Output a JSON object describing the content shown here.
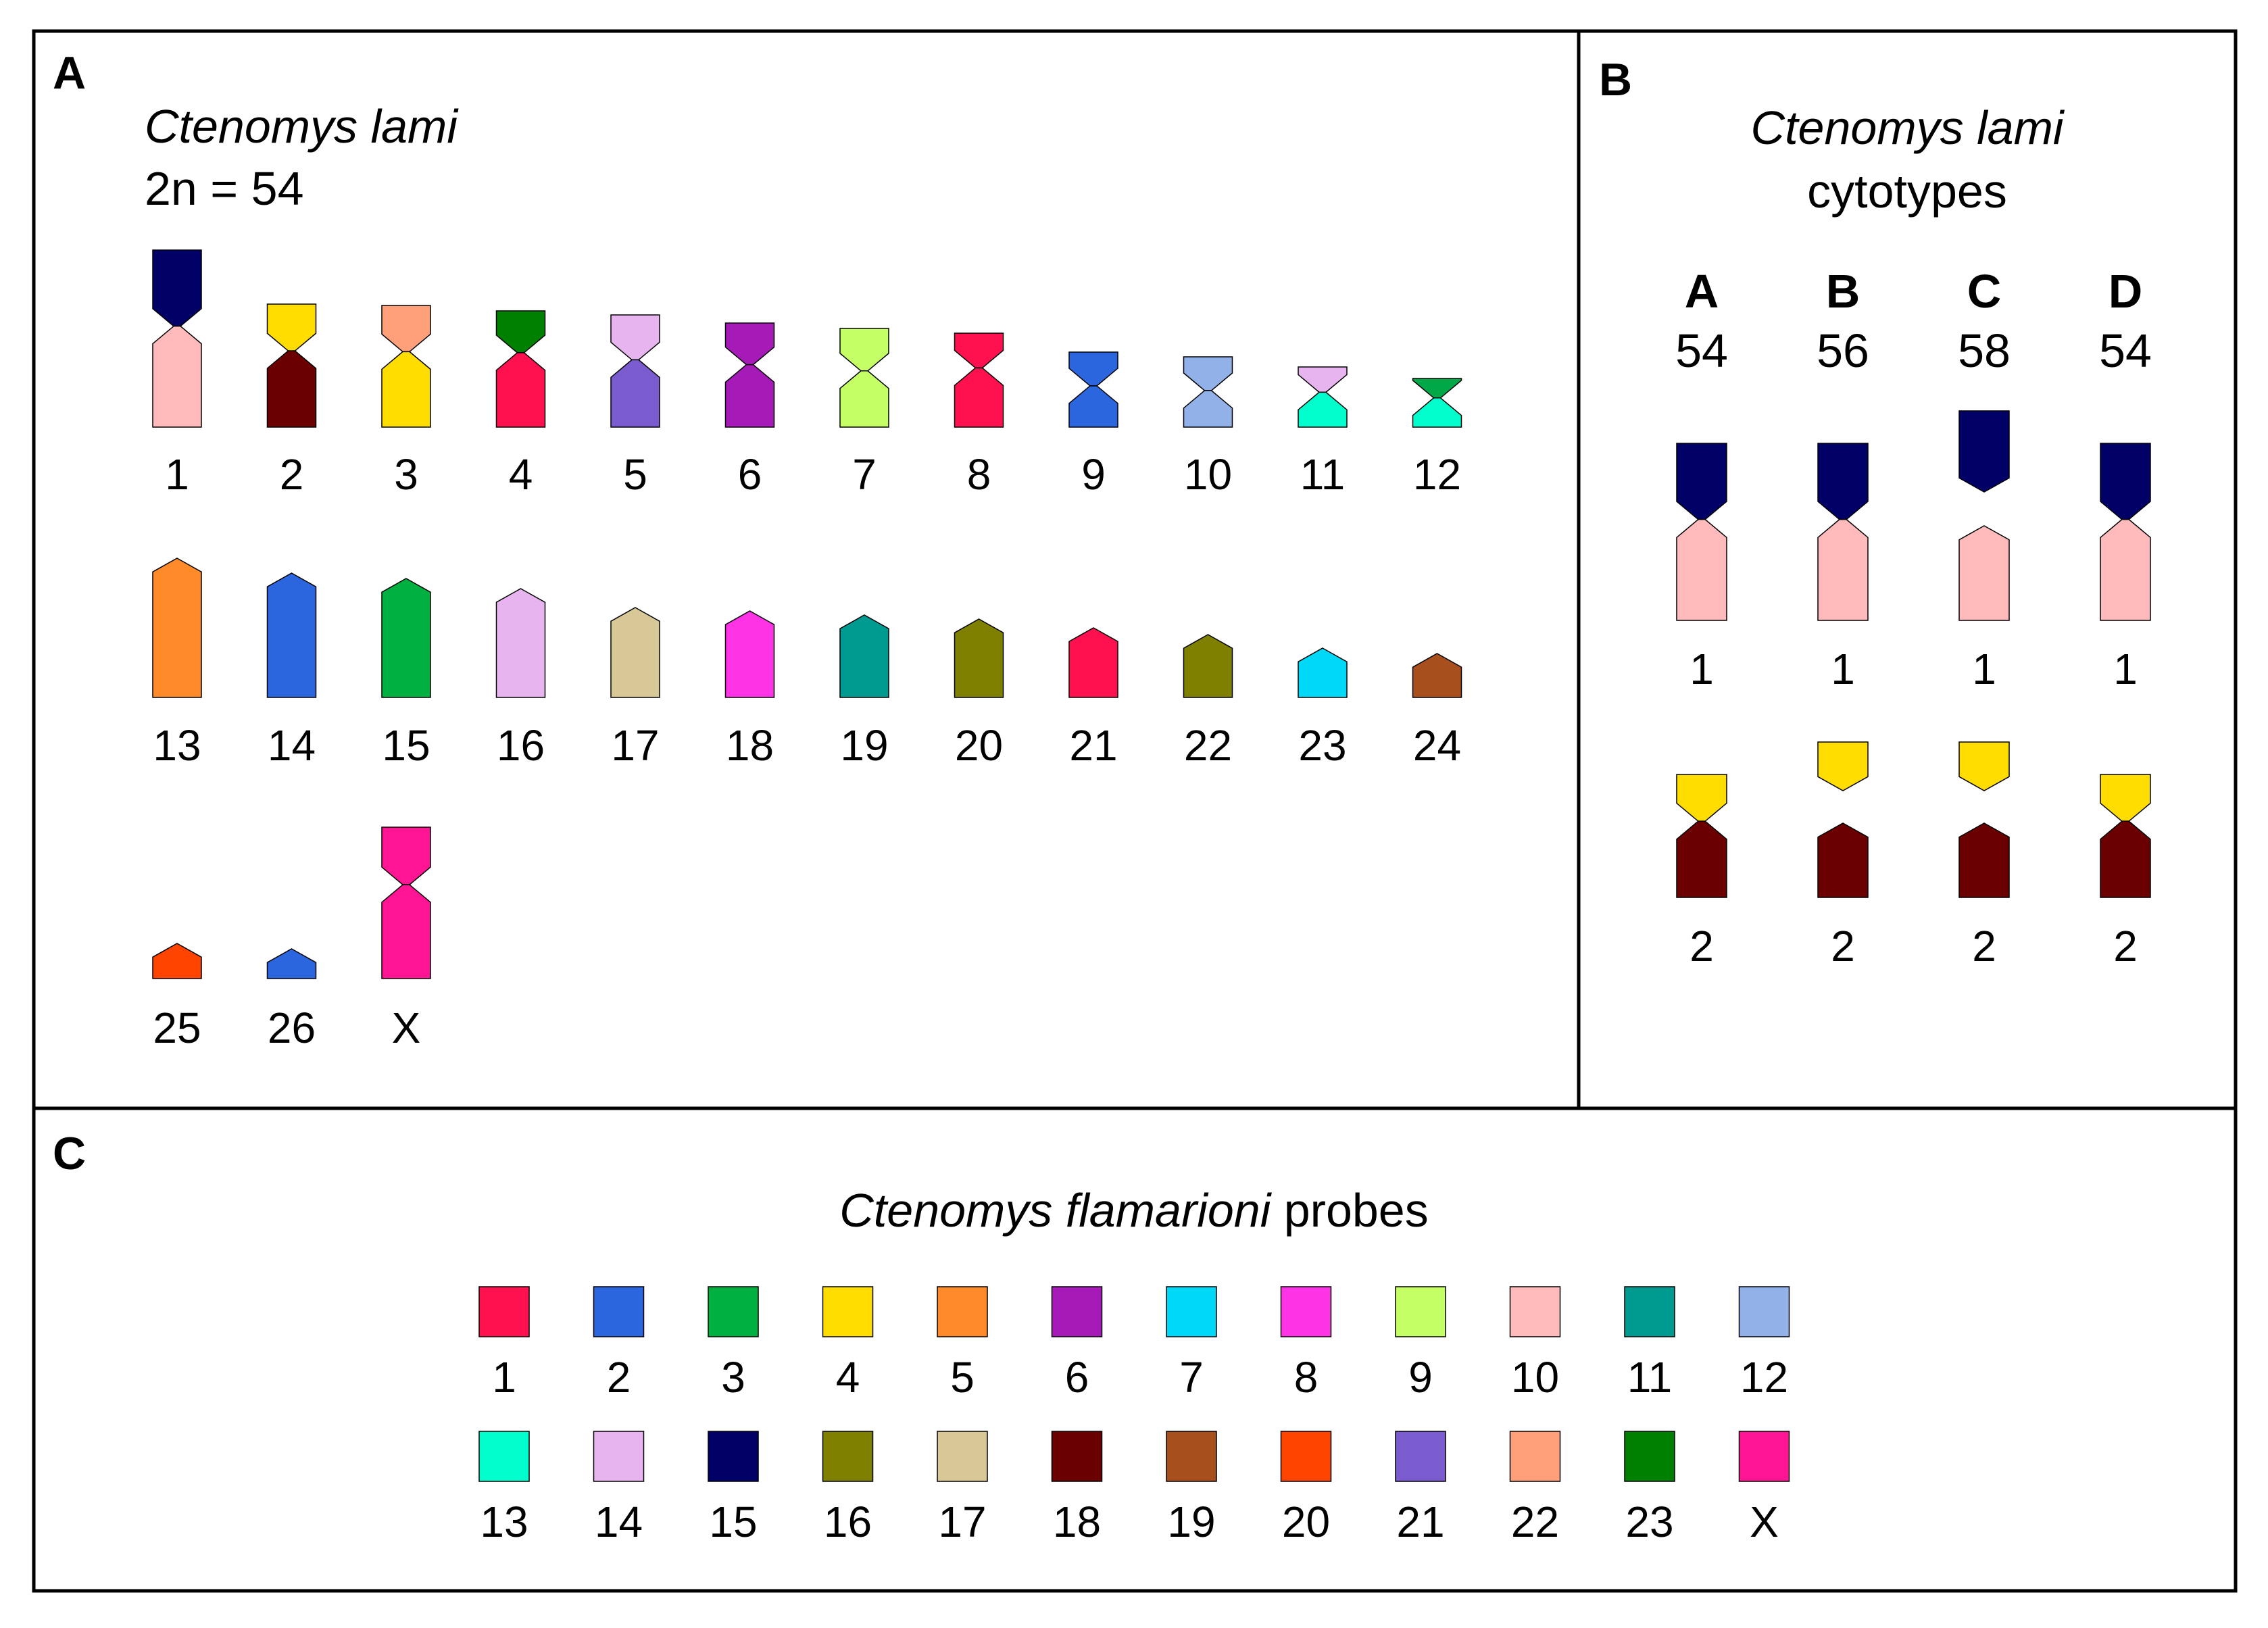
{
  "panelA": {
    "letter": "A",
    "species": "Ctenomys lami",
    "diploid": "2n = 54",
    "chromosomes": [
      {
        "label": "1",
        "type": "meta",
        "top": "#000066",
        "bottom": "#ffbbbb",
        "p": 0.43,
        "q": 0.57
      },
      {
        "label": "2",
        "type": "meta",
        "top": "#ffdd00",
        "bottom": "#6b0000",
        "p": 0.38,
        "q": 0.62
      },
      {
        "label": "3",
        "type": "meta",
        "top": "#ffa07a",
        "bottom": "#ffdd00",
        "p": 0.38,
        "q": 0.62
      },
      {
        "label": "4",
        "type": "meta",
        "top": "#008000",
        "bottom": "#ff1150",
        "p": 0.36,
        "q": 0.64
      },
      {
        "label": "5",
        "type": "meta",
        "top": "#e8b4f0",
        "bottom": "#7a5ccf",
        "p": 0.4,
        "q": 0.6
      },
      {
        "label": "6",
        "type": "meta",
        "top": "#a61ab8",
        "bottom": "#a61ab8",
        "p": 0.4,
        "q": 0.6
      },
      {
        "label": "7",
        "type": "meta",
        "top": "#c4ff66",
        "bottom": "#c4ff66",
        "p": 0.43,
        "q": 0.57
      },
      {
        "label": "8",
        "type": "meta",
        "top": "#ff1150",
        "bottom": "#ff1150",
        "p": 0.37,
        "q": 0.63
      },
      {
        "label": "9",
        "type": "meta",
        "top": "#2b66de",
        "bottom": "#2b66de",
        "p": 0.45,
        "q": 0.55
      },
      {
        "label": "10",
        "type": "meta",
        "top": "#92b1e8",
        "bottom": "#92b1e8",
        "p": 0.48,
        "q": 0.52
      },
      {
        "label": "11",
        "type": "meta",
        "top": "#e8b4f0",
        "bottom": "#00ffcc",
        "p": 0.42,
        "q": 0.58
      },
      {
        "label": "12",
        "type": "meta",
        "top": "#00a848",
        "bottom": "#00ffcc",
        "p": 0.4,
        "q": 0.6
      },
      {
        "label": "13",
        "type": "acro",
        "color": "#ff8a2a"
      },
      {
        "label": "14",
        "type": "acro",
        "color": "#2b66de"
      },
      {
        "label": "15",
        "type": "acro",
        "color": "#00b040"
      },
      {
        "label": "16",
        "type": "acro",
        "color": "#e8b4f0"
      },
      {
        "label": "17",
        "type": "acro",
        "color": "#d8c898"
      },
      {
        "label": "18",
        "type": "acro",
        "color": "#ff33e6"
      },
      {
        "label": "19",
        "type": "acro",
        "color": "#009b90"
      },
      {
        "label": "20",
        "type": "acro",
        "color": "#808000"
      },
      {
        "label": "21",
        "type": "acro",
        "color": "#ff1150"
      },
      {
        "label": "22",
        "type": "acro",
        "color": "#808000"
      },
      {
        "label": "23",
        "type": "acro",
        "color": "#00d8f8"
      },
      {
        "label": "24",
        "type": "acro",
        "color": "#a84f1e"
      },
      {
        "label": "25",
        "type": "acro",
        "color": "#ff4400"
      },
      {
        "label": "26",
        "type": "acro",
        "color": "#2b66de"
      },
      {
        "label": "X",
        "type": "meta",
        "top": "#ff1493",
        "bottom": "#ff1493",
        "p": 0.38,
        "q": 0.62
      }
    ]
  },
  "panelB": {
    "letter": "B",
    "species": "Ctenomys lami",
    "subtitle": "cytotypes",
    "cytotypes": [
      {
        "letter": "A",
        "number": "54",
        "chr1": "fused",
        "chr2": "fused"
      },
      {
        "letter": "B",
        "number": "56",
        "chr1": "fused",
        "chr2": "split"
      },
      {
        "letter": "C",
        "number": "58",
        "chr1": "split",
        "chr2": "split"
      },
      {
        "letter": "D",
        "number": "54",
        "chr1": "fused",
        "chr2": "fused"
      }
    ],
    "chr1_label": "1",
    "chr2_label": "2",
    "chr1_colors": {
      "top": "#000066",
      "bottom": "#ffbbbb"
    },
    "chr2_colors": {
      "top": "#ffdd00",
      "bottom": "#6b0000"
    }
  },
  "panelC": {
    "letter": "C",
    "species": "Ctenomys flamarioni",
    "suffix": " probes",
    "probes": [
      {
        "label": "1",
        "color": "#ff1150"
      },
      {
        "label": "2",
        "color": "#2b66de"
      },
      {
        "label": "3",
        "color": "#00b040"
      },
      {
        "label": "4",
        "color": "#ffdd00"
      },
      {
        "label": "5",
        "color": "#ff8a2a"
      },
      {
        "label": "6",
        "color": "#a61ab8"
      },
      {
        "label": "7",
        "color": "#00d8f8"
      },
      {
        "label": "8",
        "color": "#ff33e6"
      },
      {
        "label": "9",
        "color": "#c4ff66"
      },
      {
        "label": "10",
        "color": "#ffbbbb"
      },
      {
        "label": "11",
        "color": "#009b90"
      },
      {
        "label": "12",
        "color": "#92b1e8"
      },
      {
        "label": "13",
        "color": "#00ffcc"
      },
      {
        "label": "14",
        "color": "#e8b4f0"
      },
      {
        "label": "15",
        "color": "#000066"
      },
      {
        "label": "16",
        "color": "#808000"
      },
      {
        "label": "17",
        "color": "#d8c898"
      },
      {
        "label": "18",
        "color": "#6b0000"
      },
      {
        "label": "19",
        "color": "#a84f1e"
      },
      {
        "label": "20",
        "color": "#ff4400"
      },
      {
        "label": "21",
        "color": "#7a5ccf"
      },
      {
        "label": "22",
        "color": "#ffa07a"
      },
      {
        "label": "23",
        "color": "#008000"
      },
      {
        "label": "X",
        "color": "#ff1493"
      }
    ]
  }
}
